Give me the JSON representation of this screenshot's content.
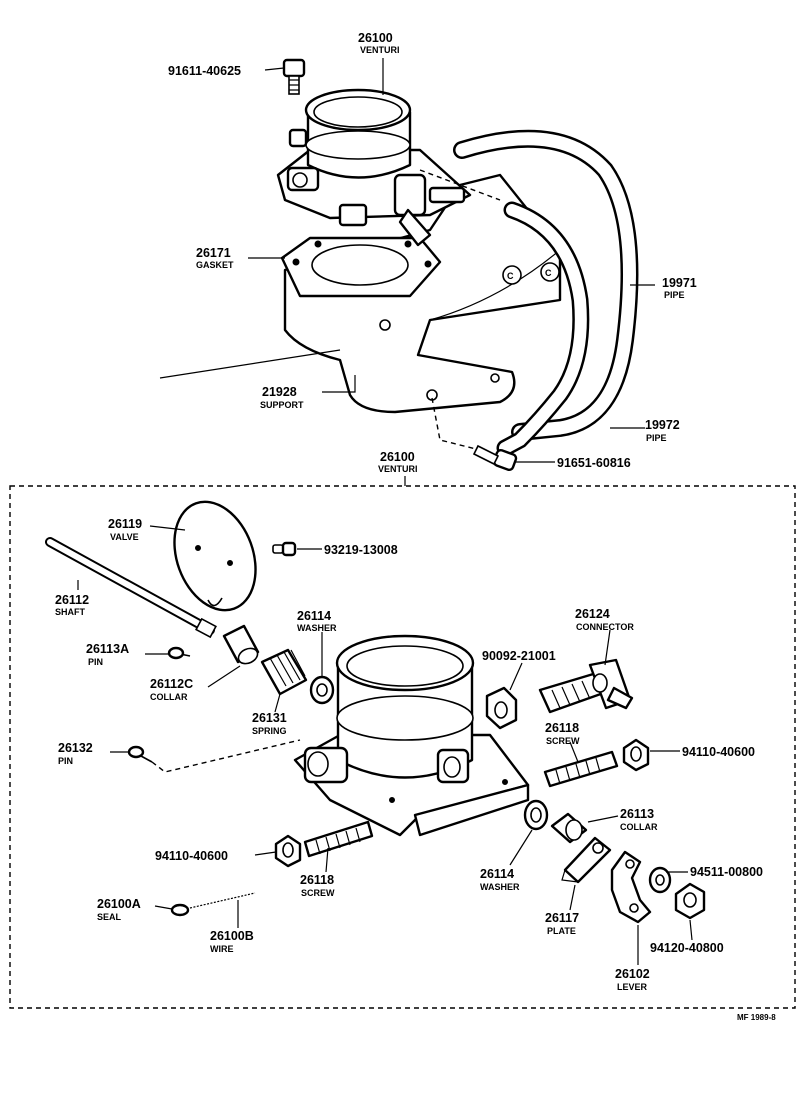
{
  "labels": {
    "venturi_top": {
      "number": "26100",
      "name": "VENTURI"
    },
    "bolt_top": {
      "number": "91611-40625"
    },
    "gasket": {
      "number": "26171",
      "name": "GASKET"
    },
    "pipe_19971": {
      "number": "19971",
      "name": "PIPE"
    },
    "support": {
      "number": "21928",
      "name": "SUPPORT"
    },
    "pipe_19972": {
      "number": "19972",
      "name": "PIPE"
    },
    "bolt_support": {
      "number": "91651-60816"
    },
    "venturi_box": {
      "number": "26100",
      "name": "VENTURI"
    },
    "valve": {
      "number": "26119",
      "name": "VALVE"
    },
    "valve_screw": {
      "number": "93219-13008"
    },
    "shaft": {
      "number": "26112",
      "name": "SHAFT"
    },
    "washer_a": {
      "number": "26114",
      "name": "WASHER"
    },
    "connector": {
      "number": "26124",
      "name": "CONNECTOR"
    },
    "nut_90092": {
      "number": "90092-21001"
    },
    "pin_a": {
      "number": "26113A",
      "name": "PIN"
    },
    "collar_c": {
      "number": "26112C",
      "name": "COLLAR"
    },
    "spring": {
      "number": "26131",
      "name": "SPRING"
    },
    "screw_a": {
      "number": "26118",
      "name": "SCREW"
    },
    "nut_right": {
      "number": "94110-40600"
    },
    "pin_b": {
      "number": "26132",
      "name": "PIN"
    },
    "collar": {
      "number": "26113",
      "name": "COLLAR"
    },
    "nut_left": {
      "number": "94110-40600"
    },
    "screw_b": {
      "number": "26118",
      "name": "SCREW"
    },
    "washer_b": {
      "number": "26114",
      "name": "WASHER"
    },
    "washer_94511": {
      "number": "94511-00800"
    },
    "seal": {
      "number": "26100A",
      "name": "SEAL"
    },
    "wire": {
      "number": "26100B",
      "name": "WIRE"
    },
    "plate": {
      "number": "26117",
      "name": "PLATE"
    },
    "nut_94120": {
      "number": "94120-40800"
    },
    "lever": {
      "number": "26102",
      "name": "LEVER"
    }
  },
  "reference_code": "MF 1989-8"
}
